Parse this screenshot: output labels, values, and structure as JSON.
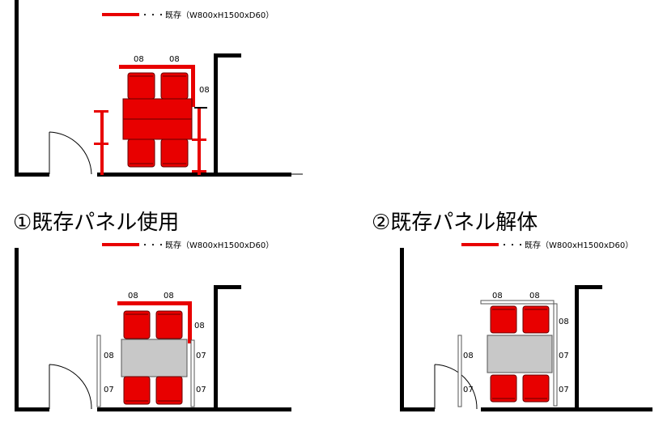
{
  "colors": {
    "existing": "#e80000",
    "wall": "#000000",
    "table_gray": "#c8c8c8",
    "outline": "#555555"
  },
  "legend": {
    "label": "・・・既存（W800xH1500xD60）"
  },
  "options": [
    {
      "title": ""
    },
    {
      "title": "①既存パネル使用"
    },
    {
      "title": "②既存パネル解体"
    }
  ],
  "panel_labels": {
    "p08": "08",
    "p07": "07"
  }
}
